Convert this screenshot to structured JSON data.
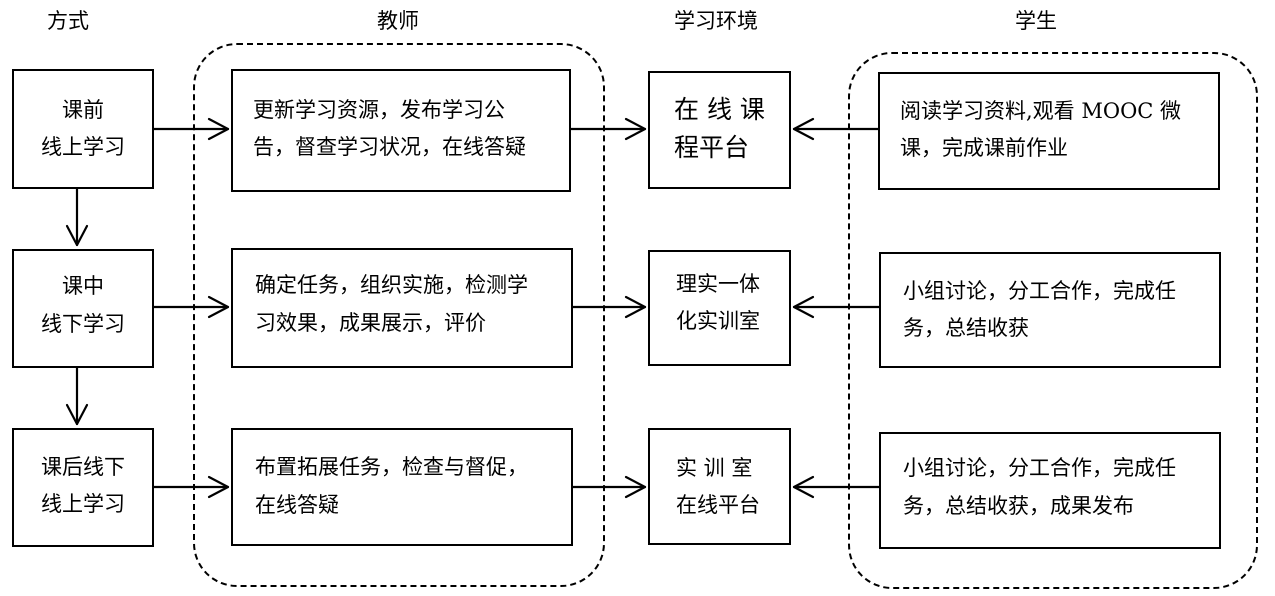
{
  "headers": {
    "mode": "方式",
    "teacher": "教师",
    "environment": "学习环境",
    "student": "学生"
  },
  "rows": [
    {
      "mode": [
        "课前",
        "线上学习"
      ],
      "teacher": [
        "更新学习资源，发布学习公",
        "告，督查学习状况，在线答疑"
      ],
      "environment": [
        "在 线 课",
        "程平台"
      ],
      "student": [
        "阅读学习资料,观看 MOOC 微",
        "课，完成课前作业"
      ]
    },
    {
      "mode": [
        "课中",
        "线下学习"
      ],
      "teacher": [
        "确定任务，组织实施，检测学",
        "习效果，成果展示，评价"
      ],
      "environment": [
        "理实一体",
        "化实训室"
      ],
      "student": [
        "小组讨论，分工合作，完成任",
        "务，总结收获"
      ]
    },
    {
      "mode": [
        "课后线下",
        "线上学习"
      ],
      "teacher": [
        "布置拓展任务，检查与督促，",
        "在线答疑"
      ],
      "environment": [
        "实 训 室",
        "在线平台"
      ],
      "student": [
        "小组讨论，分工合作，完成任",
        "务，总结收获，成果发布"
      ]
    }
  ]
}
